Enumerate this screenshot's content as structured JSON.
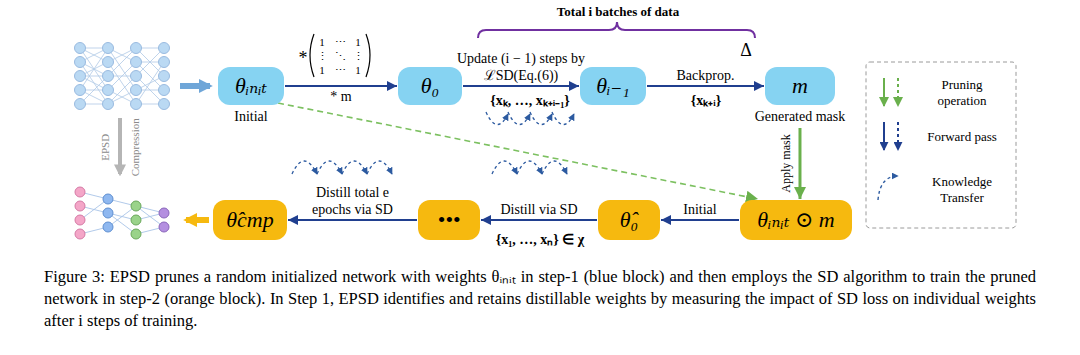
{
  "diagram": {
    "caption": "Figure 3: EPSD prunes a random initialized network with weights θᵢₙᵢₜ in step-1 (blue block) and then employs the SD algorithm to train the pruned network in step-2 (orange block). In Step 1, EPSD identifies and retains distillable weights by measuring the impact of SD loss on individual weights after i steps of training.",
    "nodes": [
      {
        "text": [
          "θᵢₙᵢₜ",
          "Initial"
        ]
      },
      {
        "text": [
          "θ₀"
        ]
      },
      {
        "text": [
          "θᵢ₋₁"
        ]
      },
      {
        "text": [
          "m",
          "Generated mask"
        ]
      },
      {
        "text": [
          "θᵢₙᵢₜ ⊙ m"
        ]
      },
      {
        "text": [
          "θ̂₀"
        ]
      },
      {
        "text": [
          "•••"
        ]
      },
      {
        "text": [
          "θ̂cmp"
        ]
      }
    ],
    "edges": [
      {
        "from": 0,
        "to": 1,
        "arrow": "to",
        "label": "* m"
      },
      {
        "from": 1,
        "to": 2,
        "arrow": "to",
        "label": "Update (i − 1) steps by ℒSD(Eq.(6))"
      },
      {
        "from": 2,
        "to": 3,
        "arrow": "to",
        "label": "Backprop."
      },
      {
        "from": 3,
        "to": 4,
        "arrow": "to",
        "label": "Apply mask"
      },
      {
        "from": 0,
        "to": 4,
        "arrow": "to"
      },
      {
        "from": 4,
        "to": 5,
        "arrow": "to",
        "label": "Initial"
      },
      {
        "from": 5,
        "to": 6,
        "arrow": "to",
        "label": "Distill via SD"
      },
      {
        "from": 6,
        "to": 7,
        "arrow": "to",
        "label": "Distill total e epochs via SD"
      }
    ],
    "labels": [
      "*",
      "1",
      "⋯",
      "1",
      "⋮",
      "⋱",
      "⋮",
      "1",
      "⋯",
      "1",
      "Total i batches of data",
      "Δ",
      "{xₖ, …, xₖ₊ᵢ₋₁}",
      "{xₖ₊ᵢ}",
      "{x₁, …, xₙ} ∈ χ",
      "EPSD",
      "Compression"
    ],
    "legend": [
      {
        "text": "Pruning operation"
      },
      {
        "text": "Forward pass"
      },
      {
        "text": "Knowledge Transfer"
      }
    ]
  }
}
